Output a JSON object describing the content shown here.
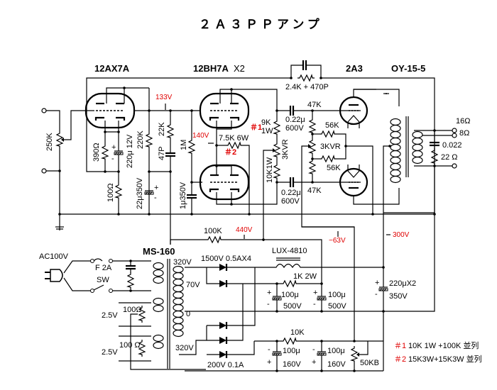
{
  "title": "２Ａ３ＰＰアンプ",
  "colors": {
    "line": "#000000",
    "voltage": "#e00000",
    "background": "#ffffff"
  },
  "tubes": {
    "v1": "12AX7A",
    "v2_name": "12BH7A",
    "v2_count": "X2",
    "output": "2A3",
    "output_transformer": "OY-15-5",
    "power_transformer": "MS-160",
    "choke": "LUX-4810"
  },
  "voltages": {
    "v133": "133V",
    "v140": "140V",
    "v440": "440V",
    "vneg63": "−63V",
    "v300": "300V"
  },
  "markers": {
    "m1": "＃1",
    "m2": "＃2"
  },
  "input_stage": {
    "vol": "250K",
    "rk": "390Ω",
    "ck": "220μ 12V",
    "rfb": "100Ω",
    "rp": "220K",
    "cdec": "22μ350V"
  },
  "driver_stage": {
    "r22k": "22K",
    "c47p": "47P",
    "r1m": "1M",
    "c1u": "1μ350V",
    "rk": "7.5K 6W",
    "rl1a": "9K",
    "rl1b": "1W",
    "vr1": "3KVR",
    "rl2": "10K1W",
    "cc1a": "0.22μ",
    "cc1b": "600V",
    "cc2a": "0.22μ",
    "cc2b": "600V",
    "nfb": "2.4K + 470P"
  },
  "output_stage": {
    "rg1": "47K",
    "rg2": "47K",
    "r56a": "56K",
    "r56b": "56K",
    "vr2": "3KVR",
    "c022": "0.022",
    "r22": "22 Ω",
    "t16": "16Ω",
    "t8": "8Ω"
  },
  "power": {
    "ac": "AC100V",
    "fuse": "F 2A",
    "sw": "SW",
    "t320a": "320V",
    "t70": "70V",
    "t0": "0",
    "t320b": "320V",
    "fil1": "2.5V",
    "fil2": "2.5V",
    "hum1": "100Ω",
    "hum2": "100 Ω",
    "r100k": "100K",
    "diode_hv": "1500V 0.5AX4",
    "diode_lv": "200V 0.1A",
    "r1k": "1K 2W",
    "c1a": "100μ",
    "c1b": "500V",
    "c2a": "100μ",
    "c2b": "500V",
    "c3a": "220μX2",
    "c3b": "350V",
    "r10k": "10K",
    "c4a": "100μ",
    "c4b": "160V",
    "c5a": "100μ",
    "c5b": "160V",
    "vr50k": "50KB"
  },
  "notes": [
    {
      "marker": "＃1",
      "text": "10K 1W +100K 並列"
    },
    {
      "marker": "＃2",
      "text": "15K3W+15K3W 並列"
    }
  ]
}
